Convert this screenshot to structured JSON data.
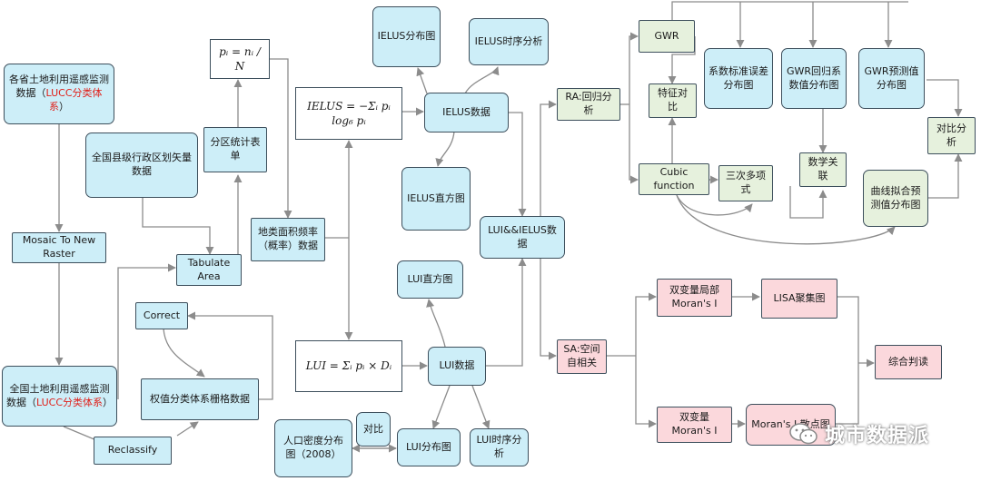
{
  "nodes": {
    "remote1": {
      "main": "各省土地利用遥感监测数据（",
      "red": "LUCC分类体系",
      "tail": "）"
    },
    "county": "全国县级行政区划矢量数据",
    "mosaic": "Mosaic To New Raster",
    "remote2": {
      "main": "全国土地利用遥感监测数据（",
      "red": "LUCC分类体系",
      "tail": "）"
    },
    "reclassify": "Reclassify",
    "weighted": "权值分类体系栅格数据",
    "correct": "Correct",
    "tabulate": "Tabulate Area",
    "zonal": "分区统计表单",
    "formula_p": "pᵢ = nᵢ / N",
    "landfreq": "地类面积频率（概率）数据",
    "formula_ielus": "IELUS = −Σᵢ pᵢ log₆ pᵢ",
    "formula_lui": "LUI = Σᵢ pᵢ × Dᵢ",
    "ielus_map": "IELUS分布图",
    "ielus_ts": "IELUS时序分析",
    "ielus_data": "IELUS数据",
    "ielus_hist": "IELUS直方图",
    "lui_ielus": "LUI&&IELUS数据",
    "lui_hist": "LUI直方图",
    "lui_data": "LUI数据",
    "pop": "人口密度分布图（2008）",
    "compare_small": "对比",
    "lui_map": "LUI分布图",
    "lui_ts": "LUI时序分析",
    "ra": "RA:回归分析",
    "sa": "SA:空间自相关",
    "gwr": "GWR",
    "feature": "特征对比",
    "cubic": "Cubic function",
    "coef_std": "系数标准误差分布图",
    "gwr_coef": "GWR回归系数值分布图",
    "gwr_pred": "GWR预测值分布图",
    "poly": "三次多项式",
    "math": "数学关联",
    "fit": "曲线拟合预测值分布图",
    "compare": "对比分析",
    "biv_local": "双变量局部Moran's I",
    "lisa": "LISA聚集图",
    "biv": "双变量Moran's I",
    "moran_map": "Moran's I 散点图",
    "synth": "综合判读"
  },
  "watermark": "城市数据派",
  "colors": {
    "blue_fill": "#cdeef8",
    "green_fill": "#e6f1dd",
    "pink_fill": "#fbd8dc",
    "red_text": "#e0201a",
    "line": "#8c8c8c"
  }
}
